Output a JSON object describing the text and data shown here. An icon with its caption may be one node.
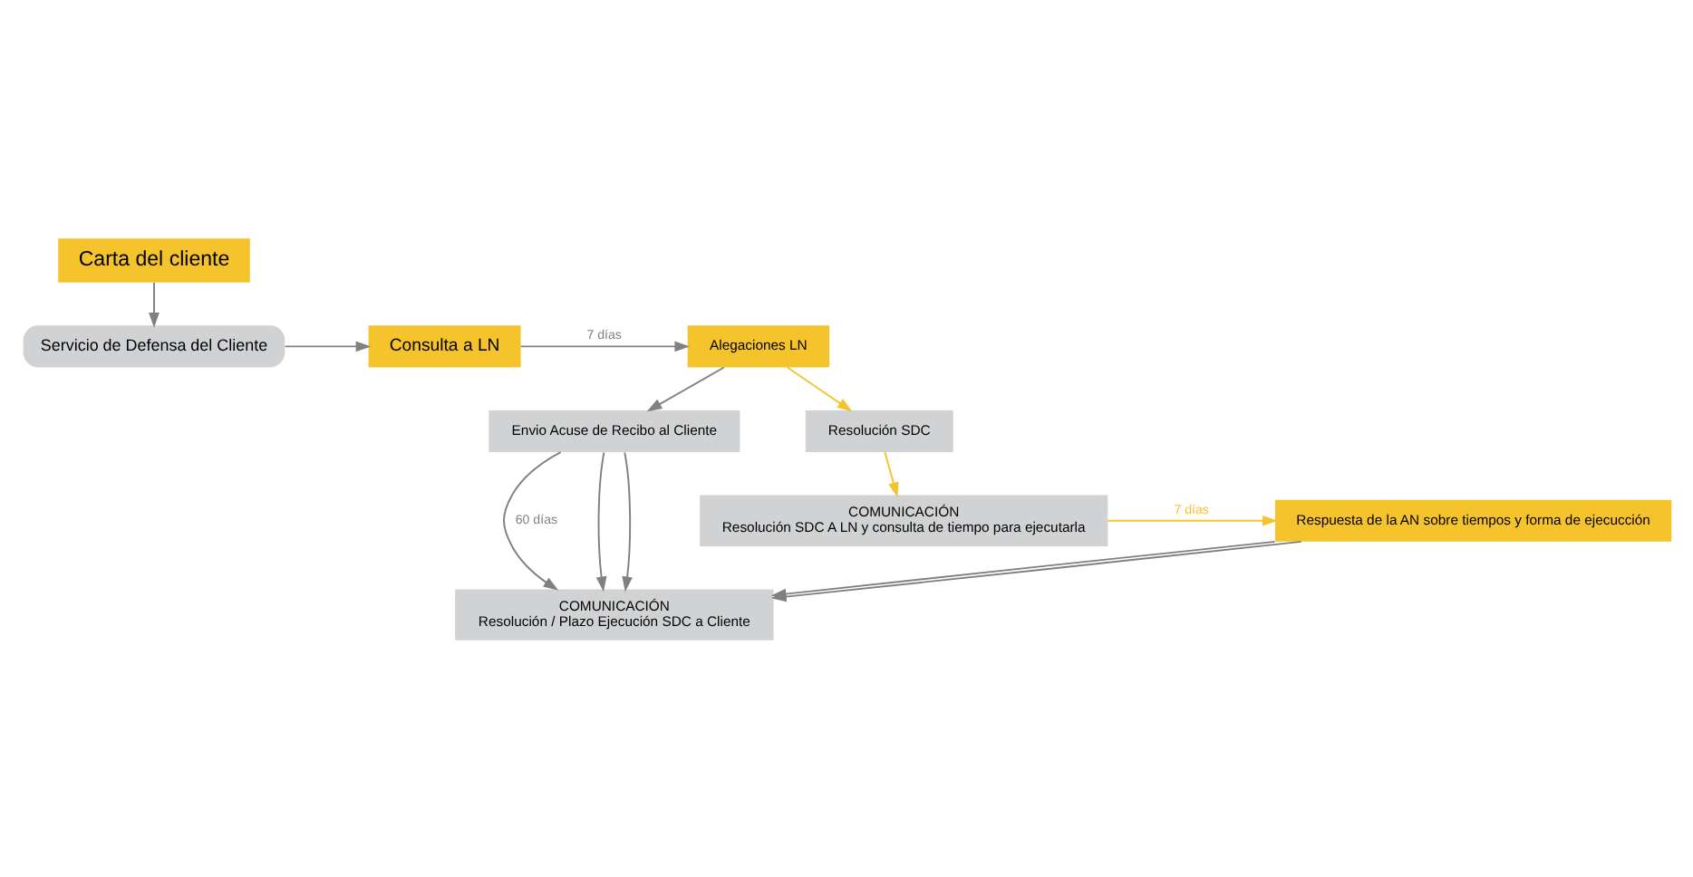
{
  "diagram": {
    "nodes": [
      {
        "text": [
          "Carta del cliente"
        ]
      },
      {
        "text": [
          "Servicio de Defensa del Cliente"
        ]
      },
      {
        "text": [
          "Consulta a LN"
        ]
      },
      {
        "text": [
          "Alegaciones LN"
        ]
      },
      {
        "text": [
          "Envio Acuse de Recibo al Cliente"
        ]
      },
      {
        "text": [
          "Resolución SDC"
        ]
      },
      {
        "text": [
          "COMUNICACIÓN",
          "Resolución SDC A LN y consulta de tiempo para ejecutarla"
        ]
      },
      {
        "text": [
          "Respuesta de la AN sobre tiempos y forma de ejecucción"
        ]
      },
      {
        "text": [
          "COMUNICACIÓN",
          "Resolución / Plazo Ejecución SDC a Cliente"
        ]
      }
    ],
    "edges": [
      {
        "from": 0,
        "to": 1,
        "arrow": "to"
      },
      {
        "from": 1,
        "to": 2,
        "arrow": "to"
      },
      {
        "from": 2,
        "to": 3,
        "arrow": "to",
        "label": "7 días"
      },
      {
        "from": 3,
        "to": 4,
        "arrow": "to"
      },
      {
        "from": 3,
        "to": 5,
        "arrow": "to",
        "color": "#f5c32c"
      },
      {
        "from": 5,
        "to": 6,
        "arrow": "to",
        "color": "#f5c32c"
      },
      {
        "from": 6,
        "to": 7,
        "arrow": "to",
        "label": "7 días",
        "color": "#f5c32c"
      },
      {
        "from": 4,
        "to": 8,
        "arrow": "to",
        "label": "60 días"
      },
      {
        "from": 4,
        "to": 8,
        "arrow": "to"
      },
      {
        "from": 4,
        "to": 8,
        "arrow": "to"
      },
      {
        "from": 7,
        "to": 8,
        "arrow": "to"
      },
      {
        "from": 7,
        "to": 8,
        "arrow": "to"
      }
    ]
  }
}
